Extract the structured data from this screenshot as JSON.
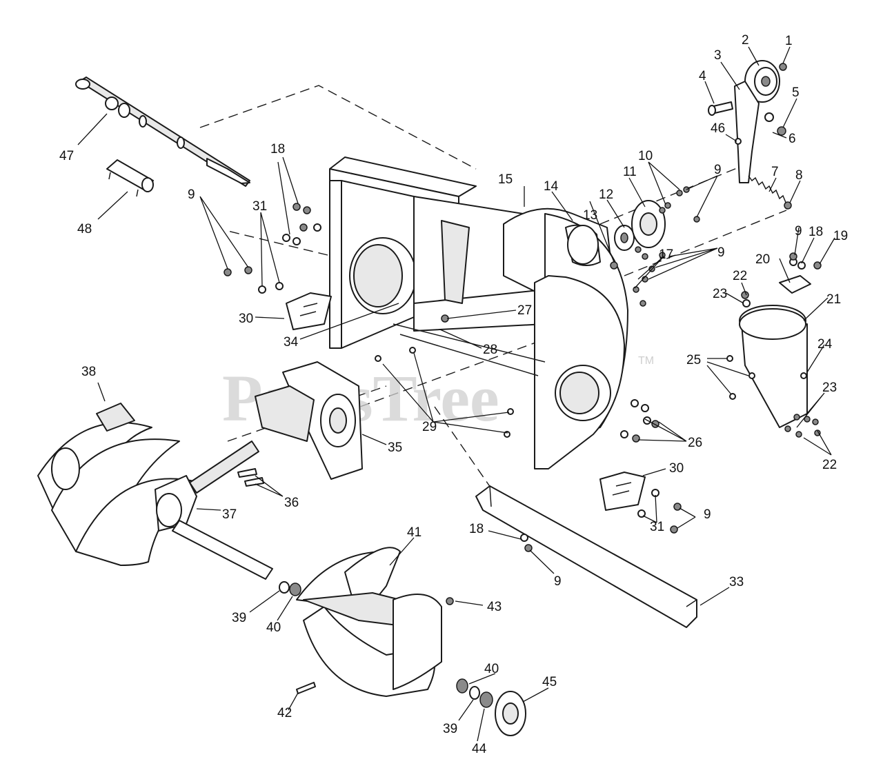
{
  "watermark": {
    "text": "PartsTree",
    "tm": "TM"
  },
  "callouts": [
    {
      "id": "c1",
      "label": "1"
    },
    {
      "id": "c2",
      "label": "2"
    },
    {
      "id": "c3",
      "label": "3"
    },
    {
      "id": "c4",
      "label": "4"
    },
    {
      "id": "c5",
      "label": "5"
    },
    {
      "id": "c6",
      "label": "6"
    },
    {
      "id": "c7",
      "label": "7"
    },
    {
      "id": "c8",
      "label": "8"
    },
    {
      "id": "c9a",
      "label": "9"
    },
    {
      "id": "c9b",
      "label": "9"
    },
    {
      "id": "c9c",
      "label": "9"
    },
    {
      "id": "c9d",
      "label": "9"
    },
    {
      "id": "c9e",
      "label": "9"
    },
    {
      "id": "c9f",
      "label": "9"
    },
    {
      "id": "c10",
      "label": "10"
    },
    {
      "id": "c11",
      "label": "11"
    },
    {
      "id": "c12",
      "label": "12"
    },
    {
      "id": "c13",
      "label": "13"
    },
    {
      "id": "c14",
      "label": "14"
    },
    {
      "id": "c15",
      "label": "15"
    },
    {
      "id": "c17",
      "label": "17"
    },
    {
      "id": "c18a",
      "label": "18"
    },
    {
      "id": "c18b",
      "label": "18"
    },
    {
      "id": "c18c",
      "label": "18"
    },
    {
      "id": "c19",
      "label": "19"
    },
    {
      "id": "c20",
      "label": "20"
    },
    {
      "id": "c21",
      "label": "21"
    },
    {
      "id": "c22a",
      "label": "22"
    },
    {
      "id": "c22b",
      "label": "22"
    },
    {
      "id": "c23a",
      "label": "23"
    },
    {
      "id": "c23b",
      "label": "23"
    },
    {
      "id": "c24",
      "label": "24"
    },
    {
      "id": "c25",
      "label": "25"
    },
    {
      "id": "c26",
      "label": "26"
    },
    {
      "id": "c27",
      "label": "27"
    },
    {
      "id": "c28",
      "label": "28"
    },
    {
      "id": "c29",
      "label": "29"
    },
    {
      "id": "c30a",
      "label": "30"
    },
    {
      "id": "c30b",
      "label": "30"
    },
    {
      "id": "c31a",
      "label": "31"
    },
    {
      "id": "c31b",
      "label": "31"
    },
    {
      "id": "c33",
      "label": "33"
    },
    {
      "id": "c34",
      "label": "34"
    },
    {
      "id": "c35",
      "label": "35"
    },
    {
      "id": "c36",
      "label": "36"
    },
    {
      "id": "c37",
      "label": "37"
    },
    {
      "id": "c38",
      "label": "38"
    },
    {
      "id": "c39a",
      "label": "39"
    },
    {
      "id": "c39b",
      "label": "39"
    },
    {
      "id": "c40a",
      "label": "40"
    },
    {
      "id": "c40b",
      "label": "40"
    },
    {
      "id": "c41",
      "label": "41"
    },
    {
      "id": "c42",
      "label": "42"
    },
    {
      "id": "c43",
      "label": "43"
    },
    {
      "id": "c44",
      "label": "44"
    },
    {
      "id": "c45",
      "label": "45"
    },
    {
      "id": "c47",
      "label": "47"
    },
    {
      "id": "c48",
      "label": "48"
    },
    {
      "id": "c46",
      "label": "46"
    }
  ]
}
